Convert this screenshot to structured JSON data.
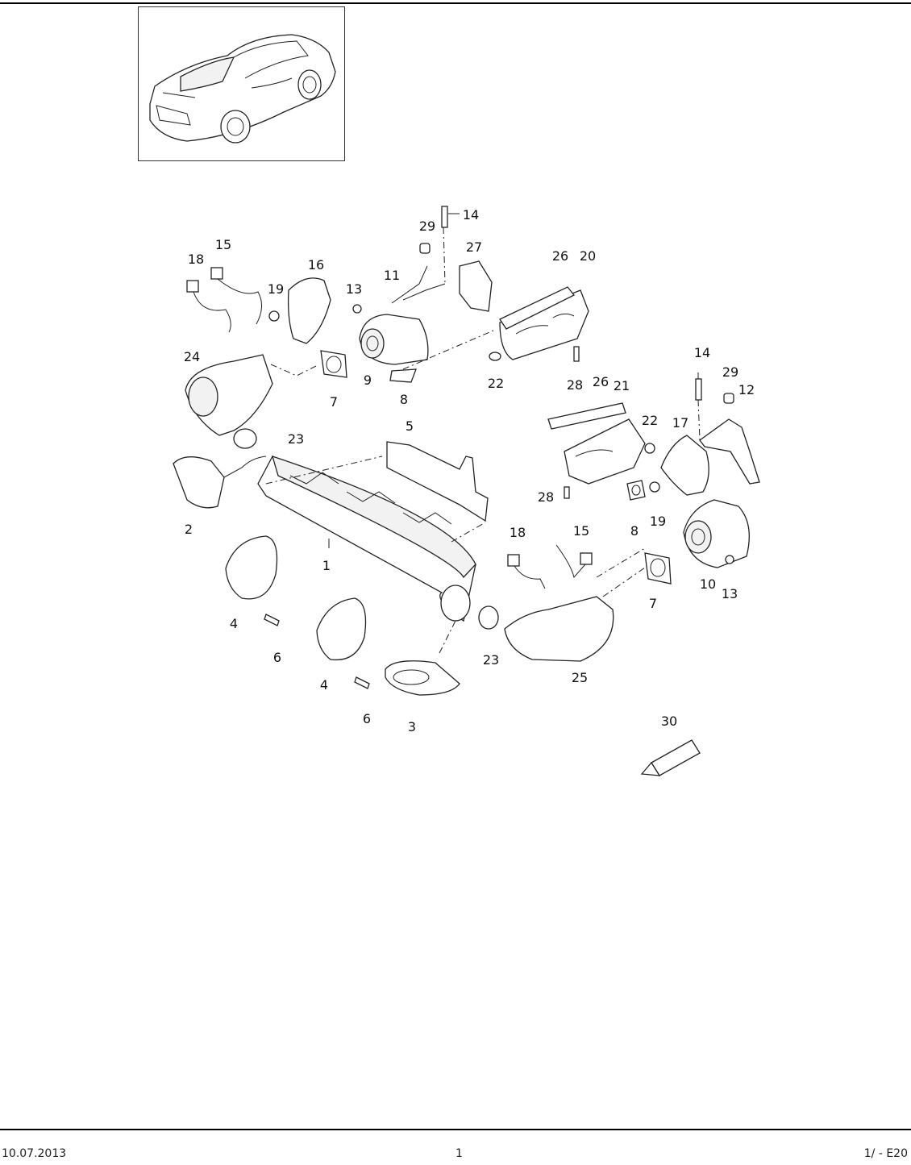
{
  "thumbnail": {
    "icon": "sports-coupe-car-icon"
  },
  "callouts": [
    {
      "id": "c1",
      "text": "1"
    },
    {
      "id": "c2",
      "text": "2"
    },
    {
      "id": "c3",
      "text": "3"
    },
    {
      "id": "c4a",
      "text": "4"
    },
    {
      "id": "c4b",
      "text": "4"
    },
    {
      "id": "c5",
      "text": "5"
    },
    {
      "id": "c6a",
      "text": "6"
    },
    {
      "id": "c6b",
      "text": "6"
    },
    {
      "id": "c7a",
      "text": "7"
    },
    {
      "id": "c7b",
      "text": "7"
    },
    {
      "id": "c8a",
      "text": "8"
    },
    {
      "id": "c8b",
      "text": "8"
    },
    {
      "id": "c9",
      "text": "9"
    },
    {
      "id": "c10",
      "text": "10"
    },
    {
      "id": "c11",
      "text": "11"
    },
    {
      "id": "c12",
      "text": "12"
    },
    {
      "id": "c13a",
      "text": "13"
    },
    {
      "id": "c13b",
      "text": "13"
    },
    {
      "id": "c14a",
      "text": "14"
    },
    {
      "id": "c14b",
      "text": "14"
    },
    {
      "id": "c15a",
      "text": "15"
    },
    {
      "id": "c15b",
      "text": "15"
    },
    {
      "id": "c16",
      "text": "16"
    },
    {
      "id": "c17",
      "text": "17"
    },
    {
      "id": "c18a",
      "text": "18"
    },
    {
      "id": "c18b",
      "text": "18"
    },
    {
      "id": "c19a",
      "text": "19"
    },
    {
      "id": "c19b",
      "text": "19"
    },
    {
      "id": "c20",
      "text": "20"
    },
    {
      "id": "c21",
      "text": "21"
    },
    {
      "id": "c22a",
      "text": "22"
    },
    {
      "id": "c22b",
      "text": "22"
    },
    {
      "id": "c23a",
      "text": "23"
    },
    {
      "id": "c23b",
      "text": "23"
    },
    {
      "id": "c24",
      "text": "24"
    },
    {
      "id": "c25",
      "text": "25"
    },
    {
      "id": "c26a",
      "text": "26"
    },
    {
      "id": "c26b",
      "text": "26"
    },
    {
      "id": "c27",
      "text": "27"
    },
    {
      "id": "c28a",
      "text": "28"
    },
    {
      "id": "c28b",
      "text": "28"
    },
    {
      "id": "c29a",
      "text": "29"
    },
    {
      "id": "c29b",
      "text": "29"
    },
    {
      "id": "c30",
      "text": "30"
    }
  ],
  "footer": {
    "date": "10.07.2013",
    "page_marker": "1",
    "ref": "1/ - E20"
  }
}
